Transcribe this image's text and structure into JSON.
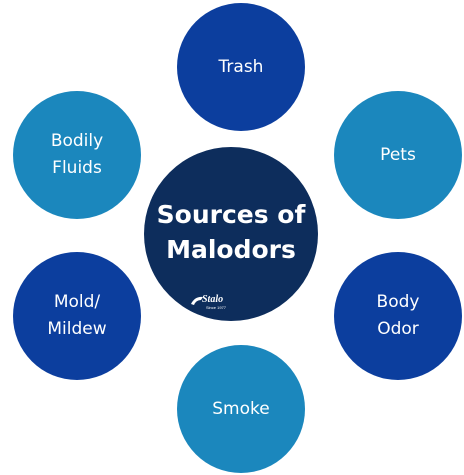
{
  "center": {
    "title_lines": [
      "Sources of",
      "Malodors"
    ],
    "logo_text": "Stalo",
    "logo_subtext": "Since 1977",
    "color": "#0d2d5c"
  },
  "sources": [
    {
      "lines": [
        "Trash"
      ],
      "color": "#0c3e9e"
    },
    {
      "lines": [
        "Pets"
      ],
      "color": "#1b87bd"
    },
    {
      "lines": [
        "Body",
        "Odor"
      ],
      "color": "#0c3e9e"
    },
    {
      "lines": [
        "Smoke"
      ],
      "color": "#1b87bd"
    },
    {
      "lines": [
        "Mold/",
        "Mildew"
      ],
      "color": "#0c3e9e"
    },
    {
      "lines": [
        "Bodily",
        "Fluids"
      ],
      "color": "#1b87bd"
    }
  ]
}
